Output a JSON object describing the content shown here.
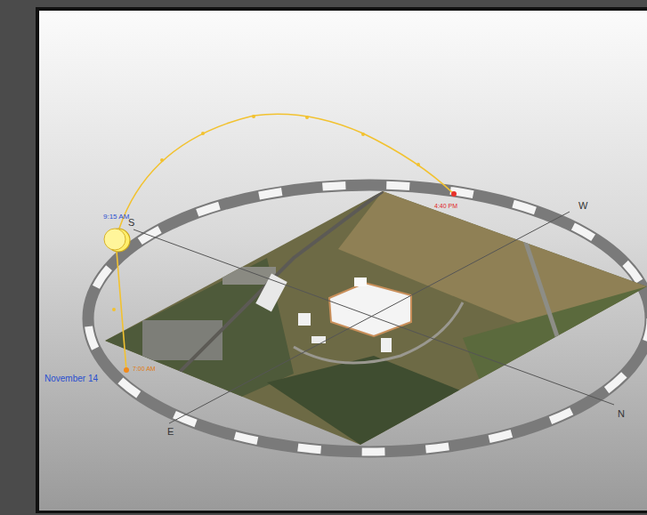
{
  "diagram": {
    "labels": [
      "9:15 AM",
      "S",
      "4:40 PM",
      "W",
      "N",
      "E",
      "November 14",
      "7:00 AM"
    ]
  }
}
